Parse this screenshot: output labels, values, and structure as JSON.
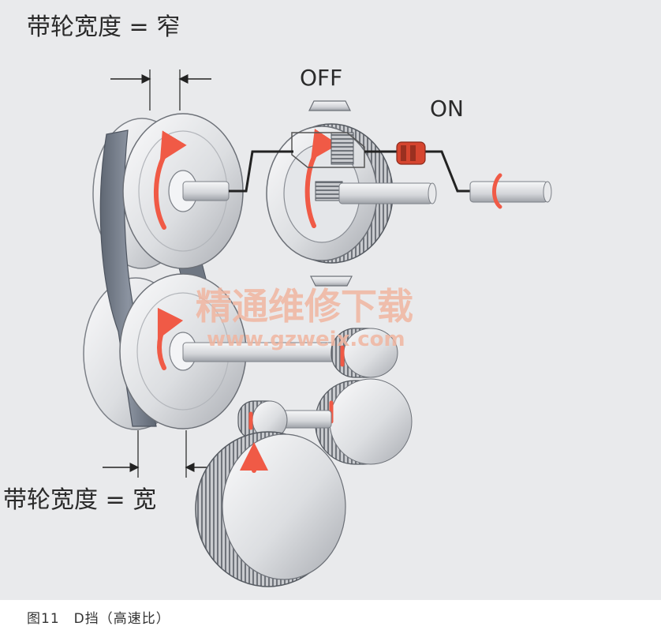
{
  "labels": {
    "top_belt_width": "带轮宽度 = 窄",
    "bottom_belt_width": "带轮宽度 = 宽",
    "off": "OFF",
    "on": "ON"
  },
  "watermark": {
    "cn": "精通维修下载",
    "url": "www.gzweix.com"
  },
  "caption": "图11　D挡（高速比）",
  "colors": {
    "background": "#e9eaec",
    "arrow": "#f05a46",
    "clutch": "#d6452f",
    "metal_light": "#f3f4f6",
    "metal_mid": "#c9cbcf",
    "metal_dark": "#7c8087",
    "belt": "#7d8591",
    "line": "#222222",
    "watermark": "#f0b5a0"
  },
  "icons": {
    "rotation": "rotation-arrow-icon",
    "dimension": "dimension-arrow-icon"
  }
}
